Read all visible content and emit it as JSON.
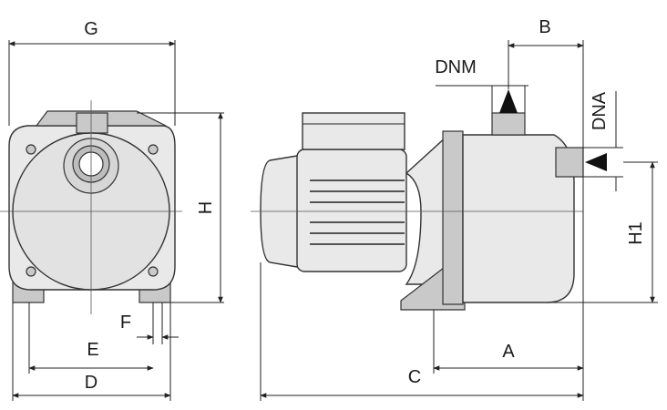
{
  "labels": {
    "G": "G",
    "H": "H",
    "F": "F",
    "E": "E",
    "D": "D",
    "B": "B",
    "DNM": "DNM",
    "DNA": "DNA",
    "H1": "H1",
    "A": "A",
    "C": "C"
  },
  "colors": {
    "line": "#222222",
    "body_fill": "#e9e9e9",
    "shade_fill": "#c9c9c9",
    "arrow": "#111111"
  }
}
